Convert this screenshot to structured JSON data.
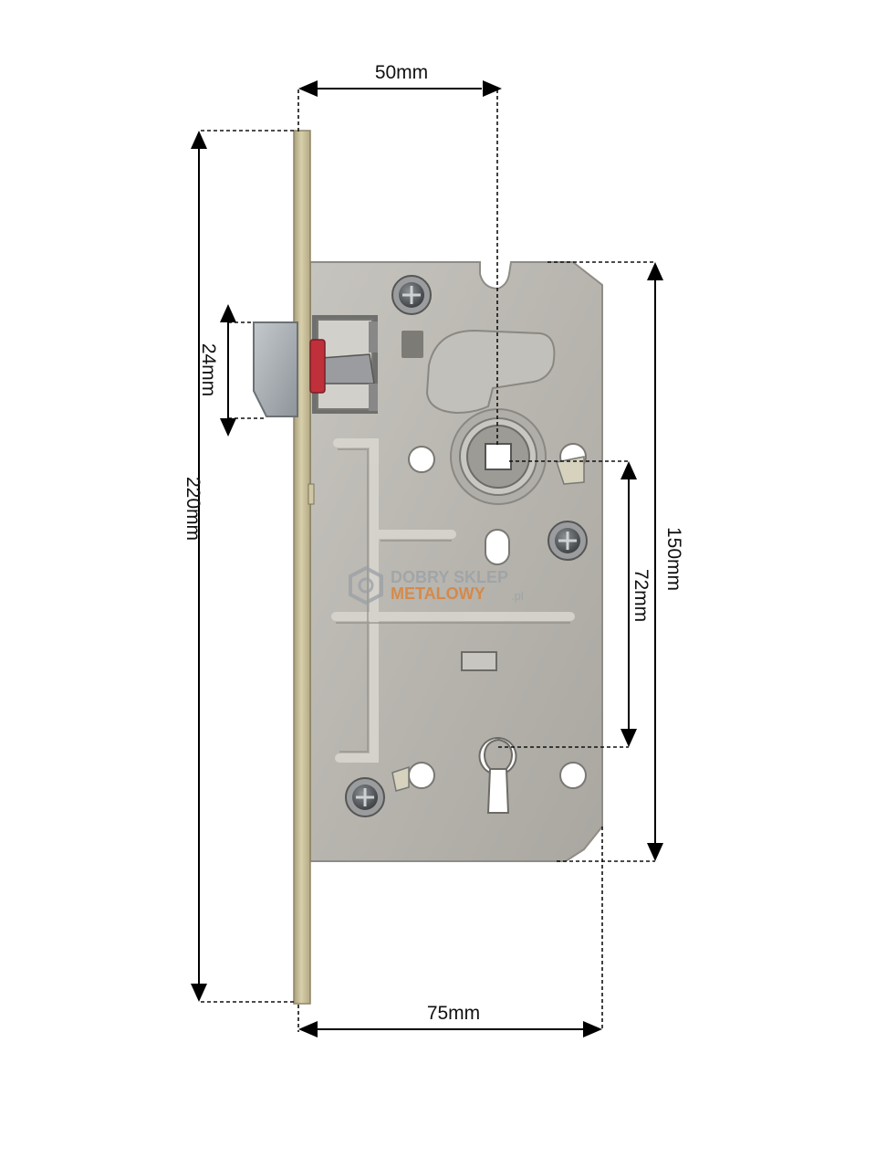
{
  "dimensions": {
    "top_width": "50mm",
    "bottom_width": "75mm",
    "total_height": "220mm",
    "latch_height": "24mm",
    "case_height": "150mm",
    "spindle_to_keyhole": "72mm"
  },
  "watermark": {
    "line1": "DOBRY SKLEP",
    "line2": "METALOWY",
    "suffix": ".pl"
  },
  "colors": {
    "plate": "#b9b7b0",
    "faceplate": "#c9bf9a",
    "latch_bolt": "#aeb4b8",
    "red_latch": "#c0303a",
    "watermark_gray": "#9aa0a6",
    "watermark_orange": "#e07b2a"
  }
}
